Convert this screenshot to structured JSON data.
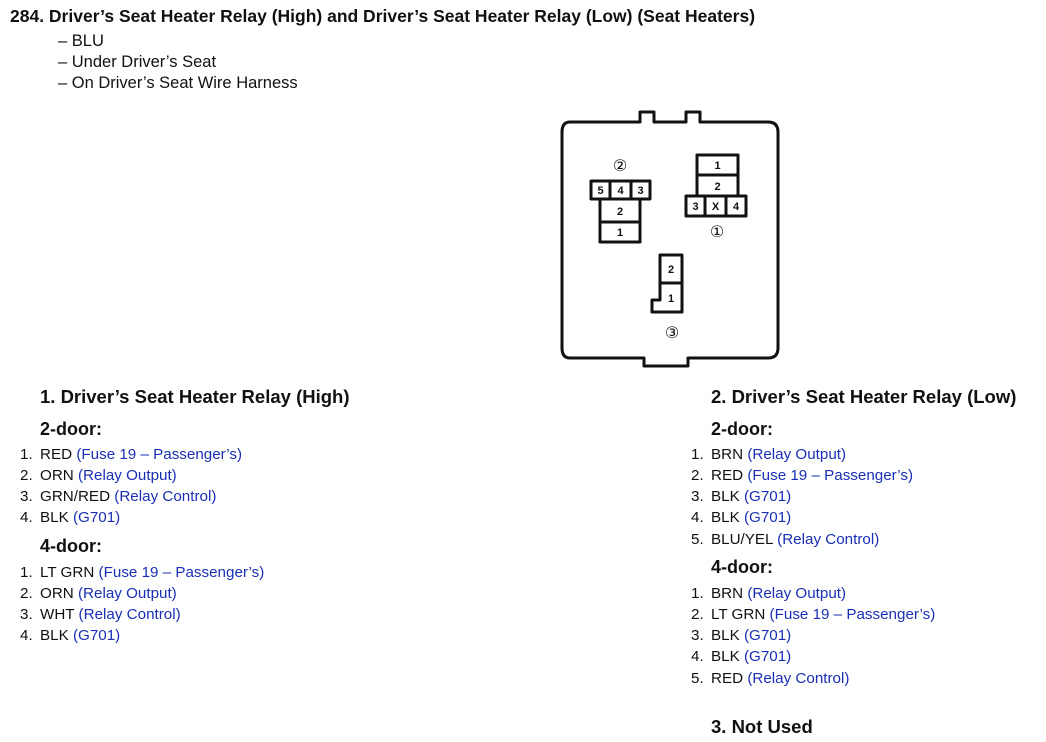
{
  "title": "284.  Driver’s Seat Heater Relay (High) and Driver’s Seat Heater Relay (Low) (Seat Heaters)",
  "info": [
    "– BLU",
    "– Under Driver’s Seat",
    "– On Driver’s Seat Wire Harness"
  ],
  "diagram": {
    "callouts": [
      "②",
      "①",
      "③"
    ],
    "relay2_top_pins": [
      "5",
      "4",
      "3"
    ],
    "relay2_lower_pins": [
      "2",
      "1"
    ],
    "relay1_upper_pins": [
      "1",
      "2"
    ],
    "relay1_bottom_pins": [
      "3",
      "X",
      "4"
    ],
    "relay3_pins": [
      "2",
      "1"
    ]
  },
  "section1": {
    "title": "1.  Driver’s Seat Heater Relay (High)",
    "two_door": {
      "heading": "2-door:",
      "pins": [
        {
          "num": "1.",
          "wire": "RED",
          "desc": "(Fuse 19 – Passenger’s)"
        },
        {
          "num": "2.",
          "wire": "ORN",
          "desc": "(Relay Output)"
        },
        {
          "num": "3.",
          "wire": "GRN/RED",
          "desc": "(Relay Control)"
        },
        {
          "num": "4.",
          "wire": "BLK",
          "desc": "(G701)"
        }
      ]
    },
    "four_door": {
      "heading": "4-door:",
      "pins": [
        {
          "num": "1.",
          "wire": "LT GRN",
          "desc": "(Fuse 19 – Passenger’s)"
        },
        {
          "num": "2.",
          "wire": "ORN",
          "desc": "(Relay Output)"
        },
        {
          "num": "3.",
          "wire": "WHT",
          "desc": "(Relay Control)"
        },
        {
          "num": "4.",
          "wire": "BLK",
          "desc": "(G701)"
        }
      ]
    }
  },
  "section2": {
    "title": "2.  Driver’s Seat Heater Relay (Low)",
    "two_door": {
      "heading": "2-door:",
      "pins": [
        {
          "num": "1.",
          "wire": "BRN",
          "desc": "(Relay Output)"
        },
        {
          "num": "2.",
          "wire": "RED",
          "desc": "(Fuse 19 – Passenger’s)"
        },
        {
          "num": "3.",
          "wire": "BLK",
          "desc": "(G701)"
        },
        {
          "num": "4.",
          "wire": "BLK",
          "desc": "(G701)"
        },
        {
          "num": "5.",
          "wire": "BLU/YEL",
          "desc": "(Relay Control)"
        }
      ]
    },
    "four_door": {
      "heading": "4-door:",
      "pins": [
        {
          "num": "1.",
          "wire": "BRN",
          "desc": "(Relay Output)"
        },
        {
          "num": "2.",
          "wire": "LT GRN",
          "desc": "(Fuse 19 – Passenger’s)"
        },
        {
          "num": "3.",
          "wire": "BLK",
          "desc": "(G701)"
        },
        {
          "num": "4.",
          "wire": "BLK",
          "desc": "(G701)"
        },
        {
          "num": "5.",
          "wire": "RED",
          "desc": "(Relay Control)"
        }
      ]
    }
  },
  "section3": {
    "title": "3. Not Used"
  },
  "colors": {
    "text": "#111111",
    "link": "#1a2fb5"
  }
}
